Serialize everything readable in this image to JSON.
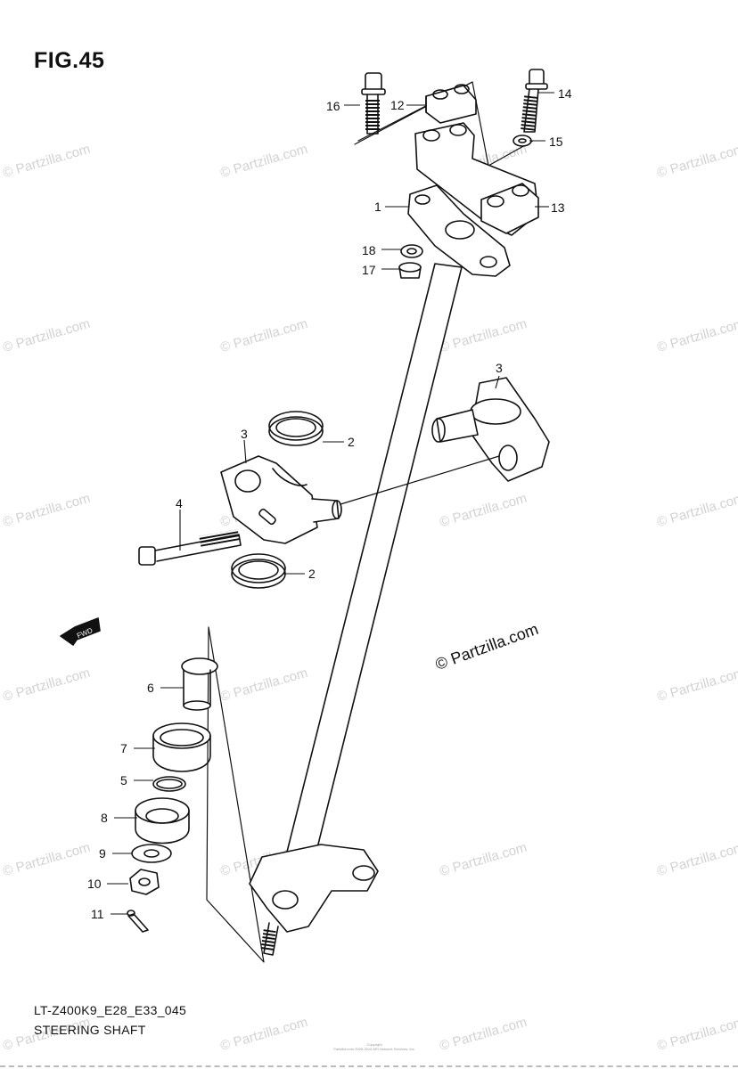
{
  "figure": {
    "title": "FIG.45",
    "model_code": "LT-Z400K9_E28_E33_045",
    "section_name": "STEERING SHAFT",
    "copyright": "© Partzilla.com",
    "watermark_text": "© Partzilla.com",
    "direction_marker": "FWD",
    "fine_print": [
      "Copyright",
      "Partzilla.com 2005-2016 ARI Network Services, Inc."
    ]
  },
  "callouts": [
    {
      "id": "16",
      "label": "16"
    },
    {
      "id": "12",
      "label": "12"
    },
    {
      "id": "14",
      "label": "14"
    },
    {
      "id": "15",
      "label": "15"
    },
    {
      "id": "1",
      "label": "1"
    },
    {
      "id": "13",
      "label": "13"
    },
    {
      "id": "18",
      "label": "18"
    },
    {
      "id": "17",
      "label": "17"
    },
    {
      "id": "3a",
      "label": "3"
    },
    {
      "id": "3b",
      "label": "3"
    },
    {
      "id": "2a",
      "label": "2"
    },
    {
      "id": "2b",
      "label": "2"
    },
    {
      "id": "4",
      "label": "4"
    },
    {
      "id": "6",
      "label": "6"
    },
    {
      "id": "7",
      "label": "7"
    },
    {
      "id": "5",
      "label": "5"
    },
    {
      "id": "8",
      "label": "8"
    },
    {
      "id": "9",
      "label": "9"
    },
    {
      "id": "10",
      "label": "10"
    },
    {
      "id": "11",
      "label": "11"
    }
  ],
  "colors": {
    "ink": "#111111",
    "watermark": "#d2d2d2"
  }
}
